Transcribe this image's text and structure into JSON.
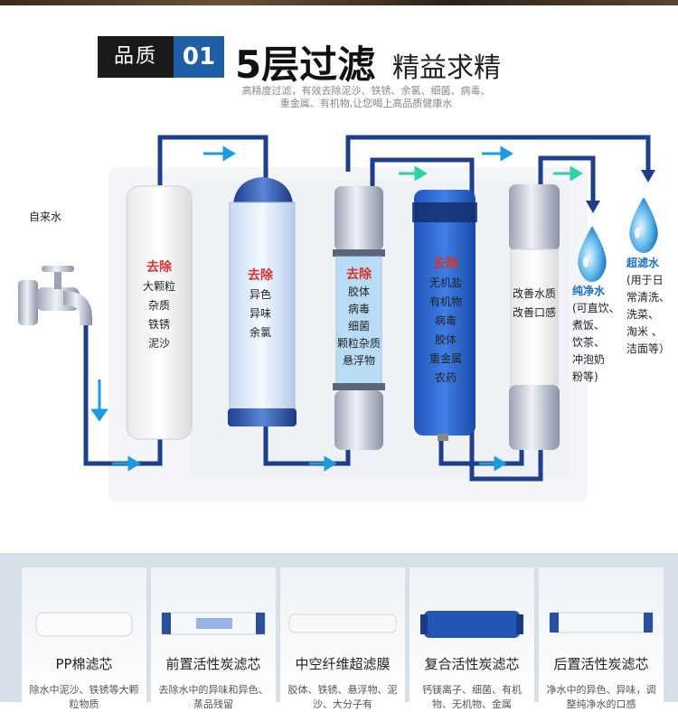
{
  "header": {
    "tag_label": "品质",
    "tag_number": "01",
    "title": "5层过滤",
    "subtitle": "精益求精",
    "desc_line1": "高精度过滤，有效去除泥沙、铁锈、余氯、细菌、病毒、",
    "desc_line2": "重金属、有机物,让您喝上高品质健康水"
  },
  "diagram": {
    "inlet_label": "自来水",
    "filters": [
      {
        "title": "去除",
        "items": [
          "大颗粒",
          "杂质",
          "铁锈",
          "泥沙"
        ]
      },
      {
        "title": "去除",
        "items": [
          "异色",
          "异味",
          "余氯"
        ]
      },
      {
        "title": "去除",
        "items": [
          "胶体",
          "病毒",
          "细菌",
          "颗粒杂质",
          "悬浮物"
        ]
      },
      {
        "title": "去除",
        "items": [
          "无机盐",
          "有机物",
          "病毒",
          "胶体",
          "重金属",
          "农药"
        ]
      },
      {
        "title": "",
        "items": [
          "改善水质",
          "改善口感"
        ]
      }
    ],
    "pure_water": {
      "title": "纯净水",
      "lines": [
        "(可直饮、",
        "煮饭、",
        "饮茶、",
        "冲泡奶",
        "粉等)"
      ]
    },
    "ultra_water": {
      "title": "超滤水",
      "lines": [
        "(用于日",
        "常清洗、",
        "洗菜、",
        "淘米 、",
        "洁面等）"
      ]
    }
  },
  "cards": [
    {
      "name": "PP棉滤芯",
      "desc": "除水中泥沙、铁锈等大颗粒物质"
    },
    {
      "name": "前置活性炭滤芯",
      "desc": "去除水中的异味和异色、蒸品残留"
    },
    {
      "name": "中空纤维超滤膜",
      "desc": "胶体、铁锈、悬浮物、泥沙、大分子有"
    },
    {
      "name": "复合活性炭滤芯",
      "desc": "钙镁离子、细菌、有机物、无机物、金属"
    },
    {
      "name": "后置活性炭滤芯",
      "desc": "净水中的异色、异味，调整纯净水的口感"
    }
  ],
  "colors": {
    "pipe": "#1f3f8a",
    "arrow_blue": "#1e9be0",
    "arrow_teal": "#2fd0b0",
    "red_text": "#d2342e"
  }
}
